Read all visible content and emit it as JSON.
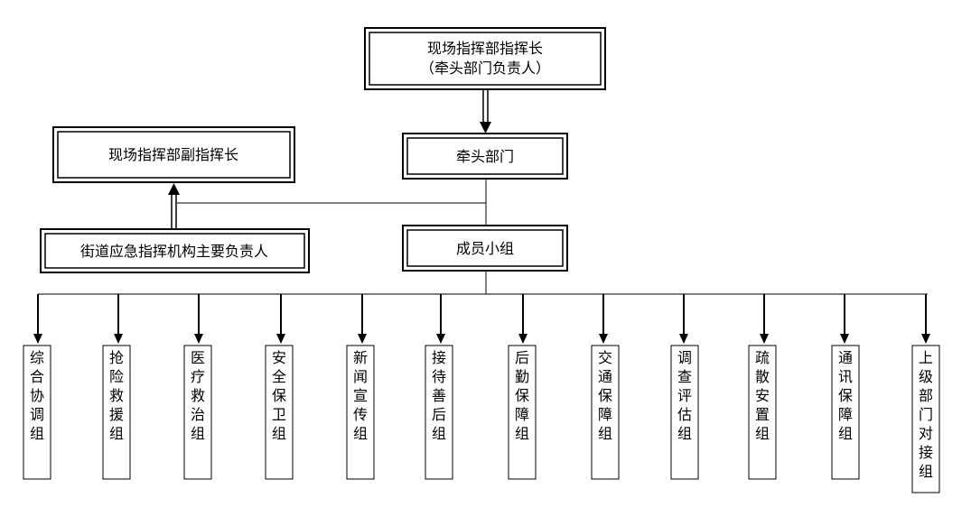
{
  "chief": {
    "line1": "现场指挥部指挥长",
    "line2": "（牵头部门负责人）"
  },
  "lead_department": "牵头部门",
  "deputy_chief": "现场指挥部副指挥长",
  "street_head": "街道应急指挥机构主要负责人",
  "members_group": "成员小组",
  "groups": [
    "综合协调组",
    "抢险救援组",
    "医疗救治组",
    "安全保卫组",
    "新闻宣传组",
    "接待善后组",
    "后勤保障组",
    "交通保障组",
    "调查评估组",
    "疏散安置组",
    "通讯保障组",
    "上级部门对接组"
  ]
}
